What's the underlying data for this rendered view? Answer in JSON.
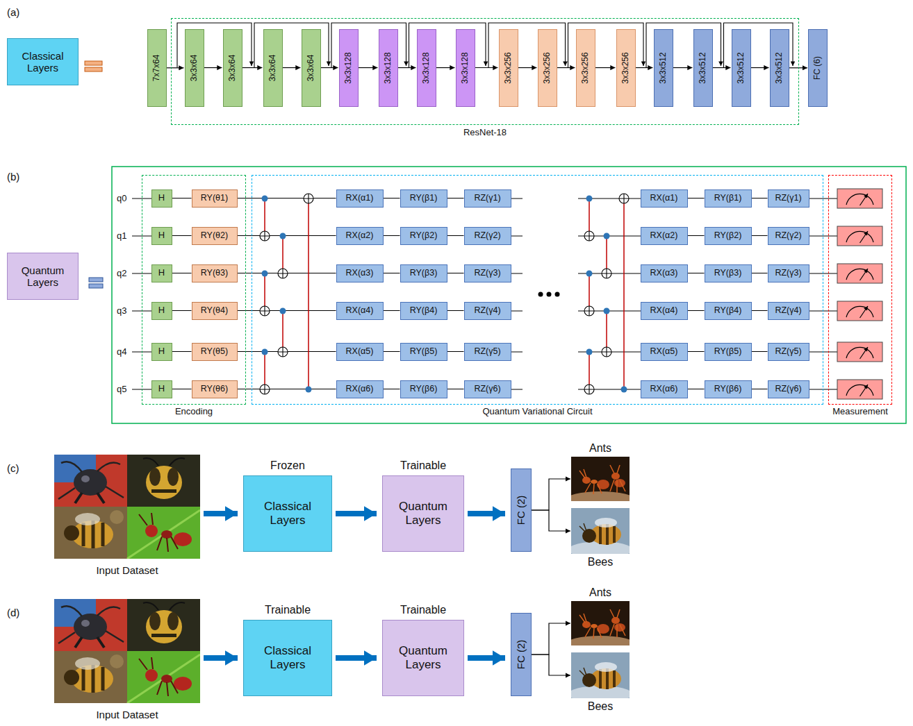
{
  "diagram": {
    "nodes": [
      {
        "text": [
          "Classical Layers"
        ]
      },
      {
        "text": [
          "7x7x64"
        ]
      },
      {
        "text": [
          "ResNet-18"
        ]
      },
      {
        "text": [
          "3x3x64"
        ],
        "in": 2
      },
      {
        "text": [
          "3x3x64"
        ],
        "in": 2
      },
      {
        "text": [
          "3x3x64"
        ],
        "in": 2
      },
      {
        "text": [
          "3x3x64"
        ],
        "in": 2
      },
      {
        "text": [
          "3x3x128"
        ],
        "in": 2
      },
      {
        "text": [
          "3x3x128"
        ],
        "in": 2
      },
      {
        "text": [
          "3x3x128"
        ],
        "in": 2
      },
      {
        "text": [
          "3x3x128"
        ],
        "in": 2
      },
      {
        "text": [
          "3x3x256"
        ],
        "in": 2
      },
      {
        "text": [
          "3x3x256"
        ],
        "in": 2
      },
      {
        "text": [
          "3x3x256"
        ],
        "in": 2
      },
      {
        "text": [
          "3x3x256"
        ],
        "in": 2
      },
      {
        "text": [
          "3x3x512"
        ],
        "in": 2
      },
      {
        "text": [
          "3x3x512"
        ],
        "in": 2
      },
      {
        "text": [
          "3x3x512"
        ],
        "in": 2
      },
      {
        "text": [
          "3x3x512"
        ],
        "in": 2
      },
      {
        "text": [
          "FC (6)"
        ]
      },
      {
        "text": [
          "Quantum Layers"
        ]
      },
      {
        "text": [
          "Encoding"
        ]
      },
      {
        "text": [
          "H"
        ],
        "in": 21
      },
      {
        "text": [
          "RY(θ1)"
        ],
        "in": 21
      },
      {
        "text": [
          "H"
        ],
        "in": 21
      },
      {
        "text": [
          "RY(θ2)"
        ],
        "in": 21
      },
      {
        "text": [
          "H"
        ],
        "in": 21
      },
      {
        "text": [
          "RY(θ3)"
        ],
        "in": 21
      },
      {
        "text": [
          "H"
        ],
        "in": 21
      },
      {
        "text": [
          "RY(θ4)"
        ],
        "in": 21
      },
      {
        "text": [
          "H"
        ],
        "in": 21
      },
      {
        "text": [
          "RY(θ5)"
        ],
        "in": 21
      },
      {
        "text": [
          "H"
        ],
        "in": 21
      },
      {
        "text": [
          "RY(θ6)"
        ],
        "in": 21
      },
      {
        "text": [
          "Quantum Variational Circuit"
        ]
      },
      {
        "text": [
          "RX(α1)"
        ],
        "in": 34
      },
      {
        "text": [
          "RY(β1)"
        ],
        "in": 34
      },
      {
        "text": [
          "RZ(γ1)"
        ],
        "in": 34
      },
      {
        "text": [
          "RX(α1)"
        ],
        "in": 34
      },
      {
        "text": [
          "RY(β1)"
        ],
        "in": 34
      },
      {
        "text": [
          "RZ(γ1)"
        ],
        "in": 34
      },
      {
        "text": [
          "RX(α2)"
        ],
        "in": 34
      },
      {
        "text": [
          "RY(β2)"
        ],
        "in": 34
      },
      {
        "text": [
          "RZ(γ2)"
        ],
        "in": 34
      },
      {
        "text": [
          "RX(α2)"
        ],
        "in": 34
      },
      {
        "text": [
          "RY(β2)"
        ],
        "in": 34
      },
      {
        "text": [
          "RZ(γ2)"
        ],
        "in": 34
      },
      {
        "text": [
          "RX(α3)"
        ],
        "in": 34
      },
      {
        "text": [
          "RY(β3)"
        ],
        "in": 34
      },
      {
        "text": [
          "RZ(γ3)"
        ],
        "in": 34
      },
      {
        "text": [
          "RX(α3)"
        ],
        "in": 34
      },
      {
        "text": [
          "RY(β3)"
        ],
        "in": 34
      },
      {
        "text": [
          "RZ(γ3)"
        ],
        "in": 34
      },
      {
        "text": [
          "RX(α4)"
        ],
        "in": 34
      },
      {
        "text": [
          "RY(β4)"
        ],
        "in": 34
      },
      {
        "text": [
          "RZ(γ4)"
        ],
        "in": 34
      },
      {
        "text": [
          "RX(α4)"
        ],
        "in": 34
      },
      {
        "text": [
          "RY(β4)"
        ],
        "in": 34
      },
      {
        "text": [
          "RZ(γ4)"
        ],
        "in": 34
      },
      {
        "text": [
          "RX(α5)"
        ],
        "in": 34
      },
      {
        "text": [
          "RY(β5)"
        ],
        "in": 34
      },
      {
        "text": [
          "RZ(γ5)"
        ],
        "in": 34
      },
      {
        "text": [
          "RX(α5)"
        ],
        "in": 34
      },
      {
        "text": [
          "RY(β5)"
        ],
        "in": 34
      },
      {
        "text": [
          "RZ(γ5)"
        ],
        "in": 34
      },
      {
        "text": [
          "RX(α6)"
        ],
        "in": 34
      },
      {
        "text": [
          "RY(β6)"
        ],
        "in": 34
      },
      {
        "text": [
          "RZ(γ6)"
        ],
        "in": 34
      },
      {
        "text": [
          "RX(α6)"
        ],
        "in": 34
      },
      {
        "text": [
          "RY(β6)"
        ],
        "in": 34
      },
      {
        "text": [
          "RZ(γ6)"
        ],
        "in": 34
      },
      {
        "text": [
          "Measurement"
        ]
      },
      {
        "text": [
          "Input Dataset"
        ]
      },
      {
        "text": [
          "Frozen",
          "Classical Layers"
        ]
      },
      {
        "text": [
          "Trainable",
          "Quantum Layers"
        ]
      },
      {
        "text": [
          "FC (2)"
        ]
      },
      {
        "text": [
          "Ants"
        ]
      },
      {
        "text": [
          "Bees"
        ]
      },
      {
        "text": [
          "Input Dataset"
        ]
      },
      {
        "text": [
          "Trainable",
          "Classical Layers"
        ]
      },
      {
        "text": [
          "Trainable",
          "Quantum Layers"
        ]
      },
      {
        "text": [
          "FC (2)"
        ]
      },
      {
        "text": [
          "Ants"
        ]
      },
      {
        "text": [
          "Bees"
        ]
      }
    ],
    "edges": [
      {
        "from": 1,
        "to": 3,
        "arrow": "to"
      },
      {
        "from": 3,
        "to": 4,
        "arrow": "to"
      },
      {
        "from": 4,
        "to": 5,
        "arrow": "to"
      },
      {
        "from": 5,
        "to": 6,
        "arrow": "to"
      },
      {
        "from": 6,
        "to": 7,
        "arrow": "to"
      },
      {
        "from": 7,
        "to": 8,
        "arrow": "to"
      },
      {
        "from": 8,
        "to": 9,
        "arrow": "to"
      },
      {
        "from": 9,
        "to": 10,
        "arrow": "to"
      },
      {
        "from": 10,
        "to": 11,
        "arrow": "to"
      },
      {
        "from": 11,
        "to": 12,
        "arrow": "to"
      },
      {
        "from": 12,
        "to": 13,
        "arrow": "to"
      },
      {
        "from": 13,
        "to": 14,
        "arrow": "to"
      },
      {
        "from": 14,
        "to": 15,
        "arrow": "to"
      },
      {
        "from": 15,
        "to": 16,
        "arrow": "to"
      },
      {
        "from": 16,
        "to": 17,
        "arrow": "to"
      },
      {
        "from": 17,
        "to": 18,
        "arrow": "to"
      },
      {
        "from": 18,
        "to": 19,
        "arrow": "to"
      },
      {
        "from": 22,
        "to": 23,
        "arrow": "none"
      },
      {
        "from": 23,
        "to": 35,
        "arrow": "none"
      },
      {
        "from": 35,
        "to": 36,
        "arrow": "none"
      },
      {
        "from": 36,
        "to": 37,
        "arrow": "none"
      },
      {
        "from": 38,
        "to": 39,
        "arrow": "none"
      },
      {
        "from": 39,
        "to": 40,
        "arrow": "none"
      },
      {
        "from": 24,
        "to": 25,
        "arrow": "none"
      },
      {
        "from": 25,
        "to": 41,
        "arrow": "none"
      },
      {
        "from": 41,
        "to": 42,
        "arrow": "none"
      },
      {
        "from": 42,
        "to": 43,
        "arrow": "none"
      },
      {
        "from": 44,
        "to": 45,
        "arrow": "none"
      },
      {
        "from": 45,
        "to": 46,
        "arrow": "none"
      },
      {
        "from": 26,
        "to": 27,
        "arrow": "none"
      },
      {
        "from": 27,
        "to": 47,
        "arrow": "none"
      },
      {
        "from": 47,
        "to": 48,
        "arrow": "none"
      },
      {
        "from": 48,
        "to": 49,
        "arrow": "none"
      },
      {
        "from": 50,
        "to": 51,
        "arrow": "none"
      },
      {
        "from": 51,
        "to": 52,
        "arrow": "none"
      },
      {
        "from": 28,
        "to": 29,
        "arrow": "none"
      },
      {
        "from": 29,
        "to": 53,
        "arrow": "none"
      },
      {
        "from": 53,
        "to": 54,
        "arrow": "none"
      },
      {
        "from": 54,
        "to": 55,
        "arrow": "none"
      },
      {
        "from": 56,
        "to": 57,
        "arrow": "none"
      },
      {
        "from": 57,
        "to": 58,
        "arrow": "none"
      },
      {
        "from": 30,
        "to": 31,
        "arrow": "none"
      },
      {
        "from": 31,
        "to": 59,
        "arrow": "none"
      },
      {
        "from": 59,
        "to": 60,
        "arrow": "none"
      },
      {
        "from": 60,
        "to": 61,
        "arrow": "none"
      },
      {
        "from": 62,
        "to": 63,
        "arrow": "none"
      },
      {
        "from": 63,
        "to": 64,
        "arrow": "none"
      },
      {
        "from": 32,
        "to": 33,
        "arrow": "none"
      },
      {
        "from": 33,
        "to": 65,
        "arrow": "none"
      },
      {
        "from": 65,
        "to": 66,
        "arrow": "none"
      },
      {
        "from": 66,
        "to": 67,
        "arrow": "none"
      },
      {
        "from": 68,
        "to": 69,
        "arrow": "none"
      },
      {
        "from": 69,
        "to": 70,
        "arrow": "none"
      },
      {
        "from": 72,
        "to": 73,
        "arrow": "to"
      },
      {
        "from": 73,
        "to": 74,
        "arrow": "to"
      },
      {
        "from": 74,
        "to": 75,
        "arrow": "to"
      },
      {
        "from": 75,
        "to": 76,
        "arrow": "to"
      },
      {
        "from": 75,
        "to": 77,
        "arrow": "to"
      },
      {
        "from": 78,
        "to": 79,
        "arrow": "to"
      },
      {
        "from": 79,
        "to": 80,
        "arrow": "to"
      },
      {
        "from": 80,
        "to": 81,
        "arrow": "to"
      },
      {
        "from": 81,
        "to": 82,
        "arrow": "to"
      },
      {
        "from": 81,
        "to": 83,
        "arrow": "to"
      }
    ],
    "labels": [
      "(a)",
      "(b)",
      "(c)",
      "(d)",
      "q0",
      "q1",
      "q2",
      "q3",
      "q4",
      "q5"
    ]
  }
}
